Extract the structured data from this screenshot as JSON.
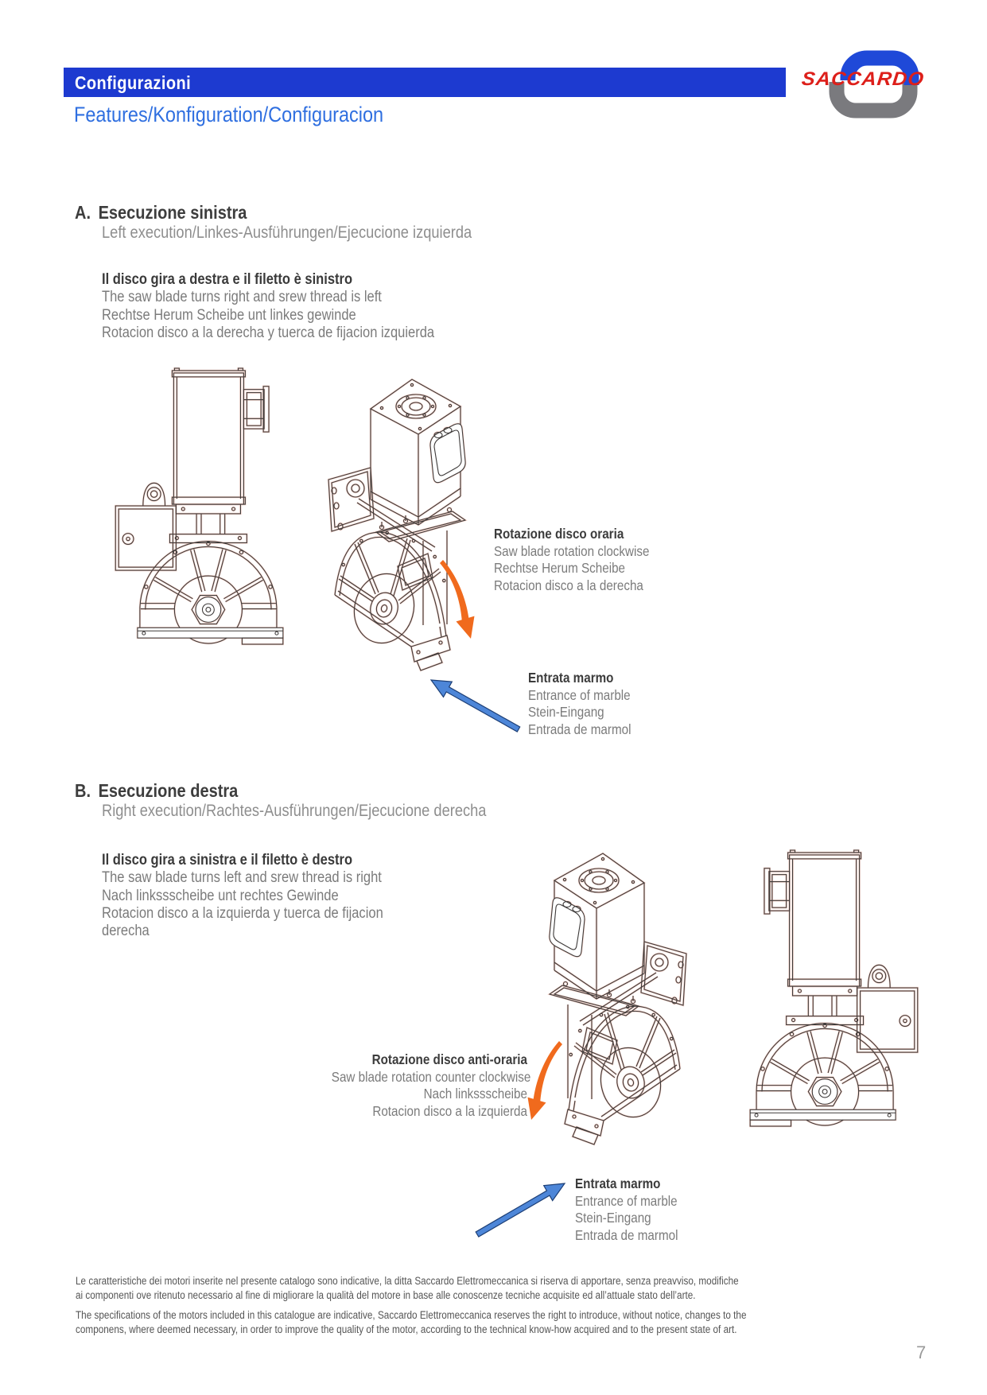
{
  "header": {
    "bar_title": "Configurazioni",
    "subtitle": "Features/Konfiguration/Configuracion"
  },
  "logo": {
    "text": "SACCARDO"
  },
  "sections": {
    "a": {
      "letter": "A.",
      "title": "Esecuzione sinistra",
      "subtitle": "Left execution/Linkes-Ausführungen/Ejecucione izquierda",
      "description": {
        "bold": "Il disco gira a destra e il filetto è sinistro",
        "lines": [
          "The saw blade turns right and srew thread is left",
          "Rechtse Herum Scheibe unt linkes gewinde",
          "Rotacion disco a la derecha y tuerca de fijacion izquierda"
        ]
      },
      "rotation_label": {
        "bold": "Rotazione disco oraria",
        "lines": [
          "Saw blade rotation clockwise",
          "Rechtse Herum Scheibe",
          "Rotacion disco a la derecha"
        ]
      },
      "entrance_label": {
        "bold": "Entrata marmo",
        "lines": [
          "Entrance of marble",
          "Stein-Eingang",
          "Entrada de marmol"
        ]
      }
    },
    "b": {
      "letter": "B.",
      "title": "Esecuzione destra",
      "subtitle": "Right execution/Rachtes-Ausführungen/Ejecucione derecha",
      "description": {
        "bold": "Il disco gira a sinistra e il filetto è destro",
        "lines": [
          "The saw blade turns left and srew thread is right",
          "Nach linkssscheibe unt rechtes Gewinde",
          "Rotacion disco a la izquierda y tuerca de fijacion",
          "derecha"
        ]
      },
      "rotation_label": {
        "bold": "Rotazione disco anti-oraria",
        "lines": [
          "Saw blade rotation counter clockwise",
          "Nach linkssscheibe",
          "Rotacion disco a la izquierda"
        ]
      },
      "entrance_label": {
        "bold": "Entrata marmo",
        "lines": [
          "Entrance of marble",
          "Stein-Eingang",
          "Entrada de marmol"
        ]
      }
    }
  },
  "footer": {
    "it_lines": [
      "Le caratteristiche dei motori inserite nel presente catalogo sono indicative, la ditta Saccardo Elettromeccanica si riserva di apportare, senza preavviso, modifiche",
      "ai componenti ove ritenuto necessario al fine di migliorare la qualità del motore in base alle conoscenze tecniche acquisite ed all’attuale stato dell’arte."
    ],
    "en_lines": [
      "The specifications of the motors included in this catalogue are indicative, Saccardo Elettromeccanica reserves the right to introduce, without notice, changes to the",
      "componens, where deemed necessary, in order to improve the quality of the motor, according to the technical know-how acquired and to the present state of art."
    ],
    "page_number": "7"
  },
  "colors": {
    "header_blue": "#1d3ad0",
    "subtitle_blue": "#2f6fe0",
    "logo_red": "#dd1f1a",
    "logo_blue": "#1f49d8",
    "logo_gray": "#7a7a7e",
    "arrow_orange": "#f06a1d",
    "arrow_blue": "#4d86d8"
  }
}
